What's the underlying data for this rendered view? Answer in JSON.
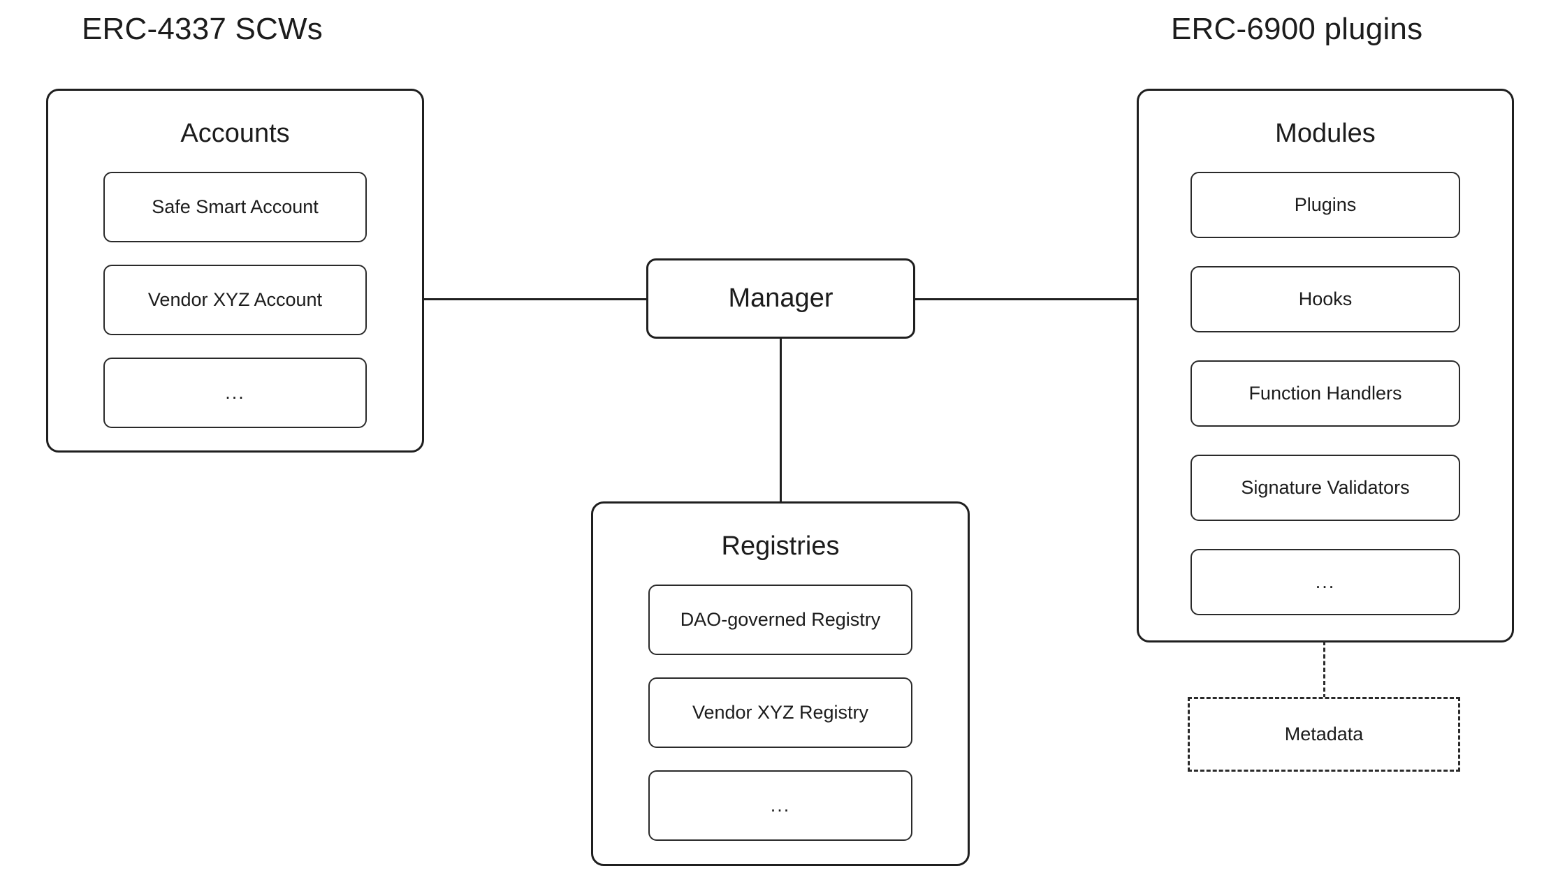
{
  "headings": {
    "left": "ERC-4337 SCWs",
    "right": "ERC-6900 plugins"
  },
  "groups": {
    "accounts": {
      "title": "Accounts",
      "items": [
        "Safe Smart Account",
        "Vendor XYZ Account",
        "..."
      ]
    },
    "registries": {
      "title": "Registries",
      "items": [
        "DAO-governed Registry",
        "Vendor XYZ Registry",
        "..."
      ]
    },
    "modules": {
      "title": "Modules",
      "items": [
        "Plugins",
        "Hooks",
        "Function Handlers",
        "Signature Validators",
        "..."
      ]
    }
  },
  "nodes": {
    "manager": "Manager",
    "metadata": "Metadata"
  },
  "colors": {
    "stroke": "#1f1f1f",
    "inner_stroke": "#2a2a2a",
    "text": "#1c1c1c",
    "background": "#ffffff"
  }
}
